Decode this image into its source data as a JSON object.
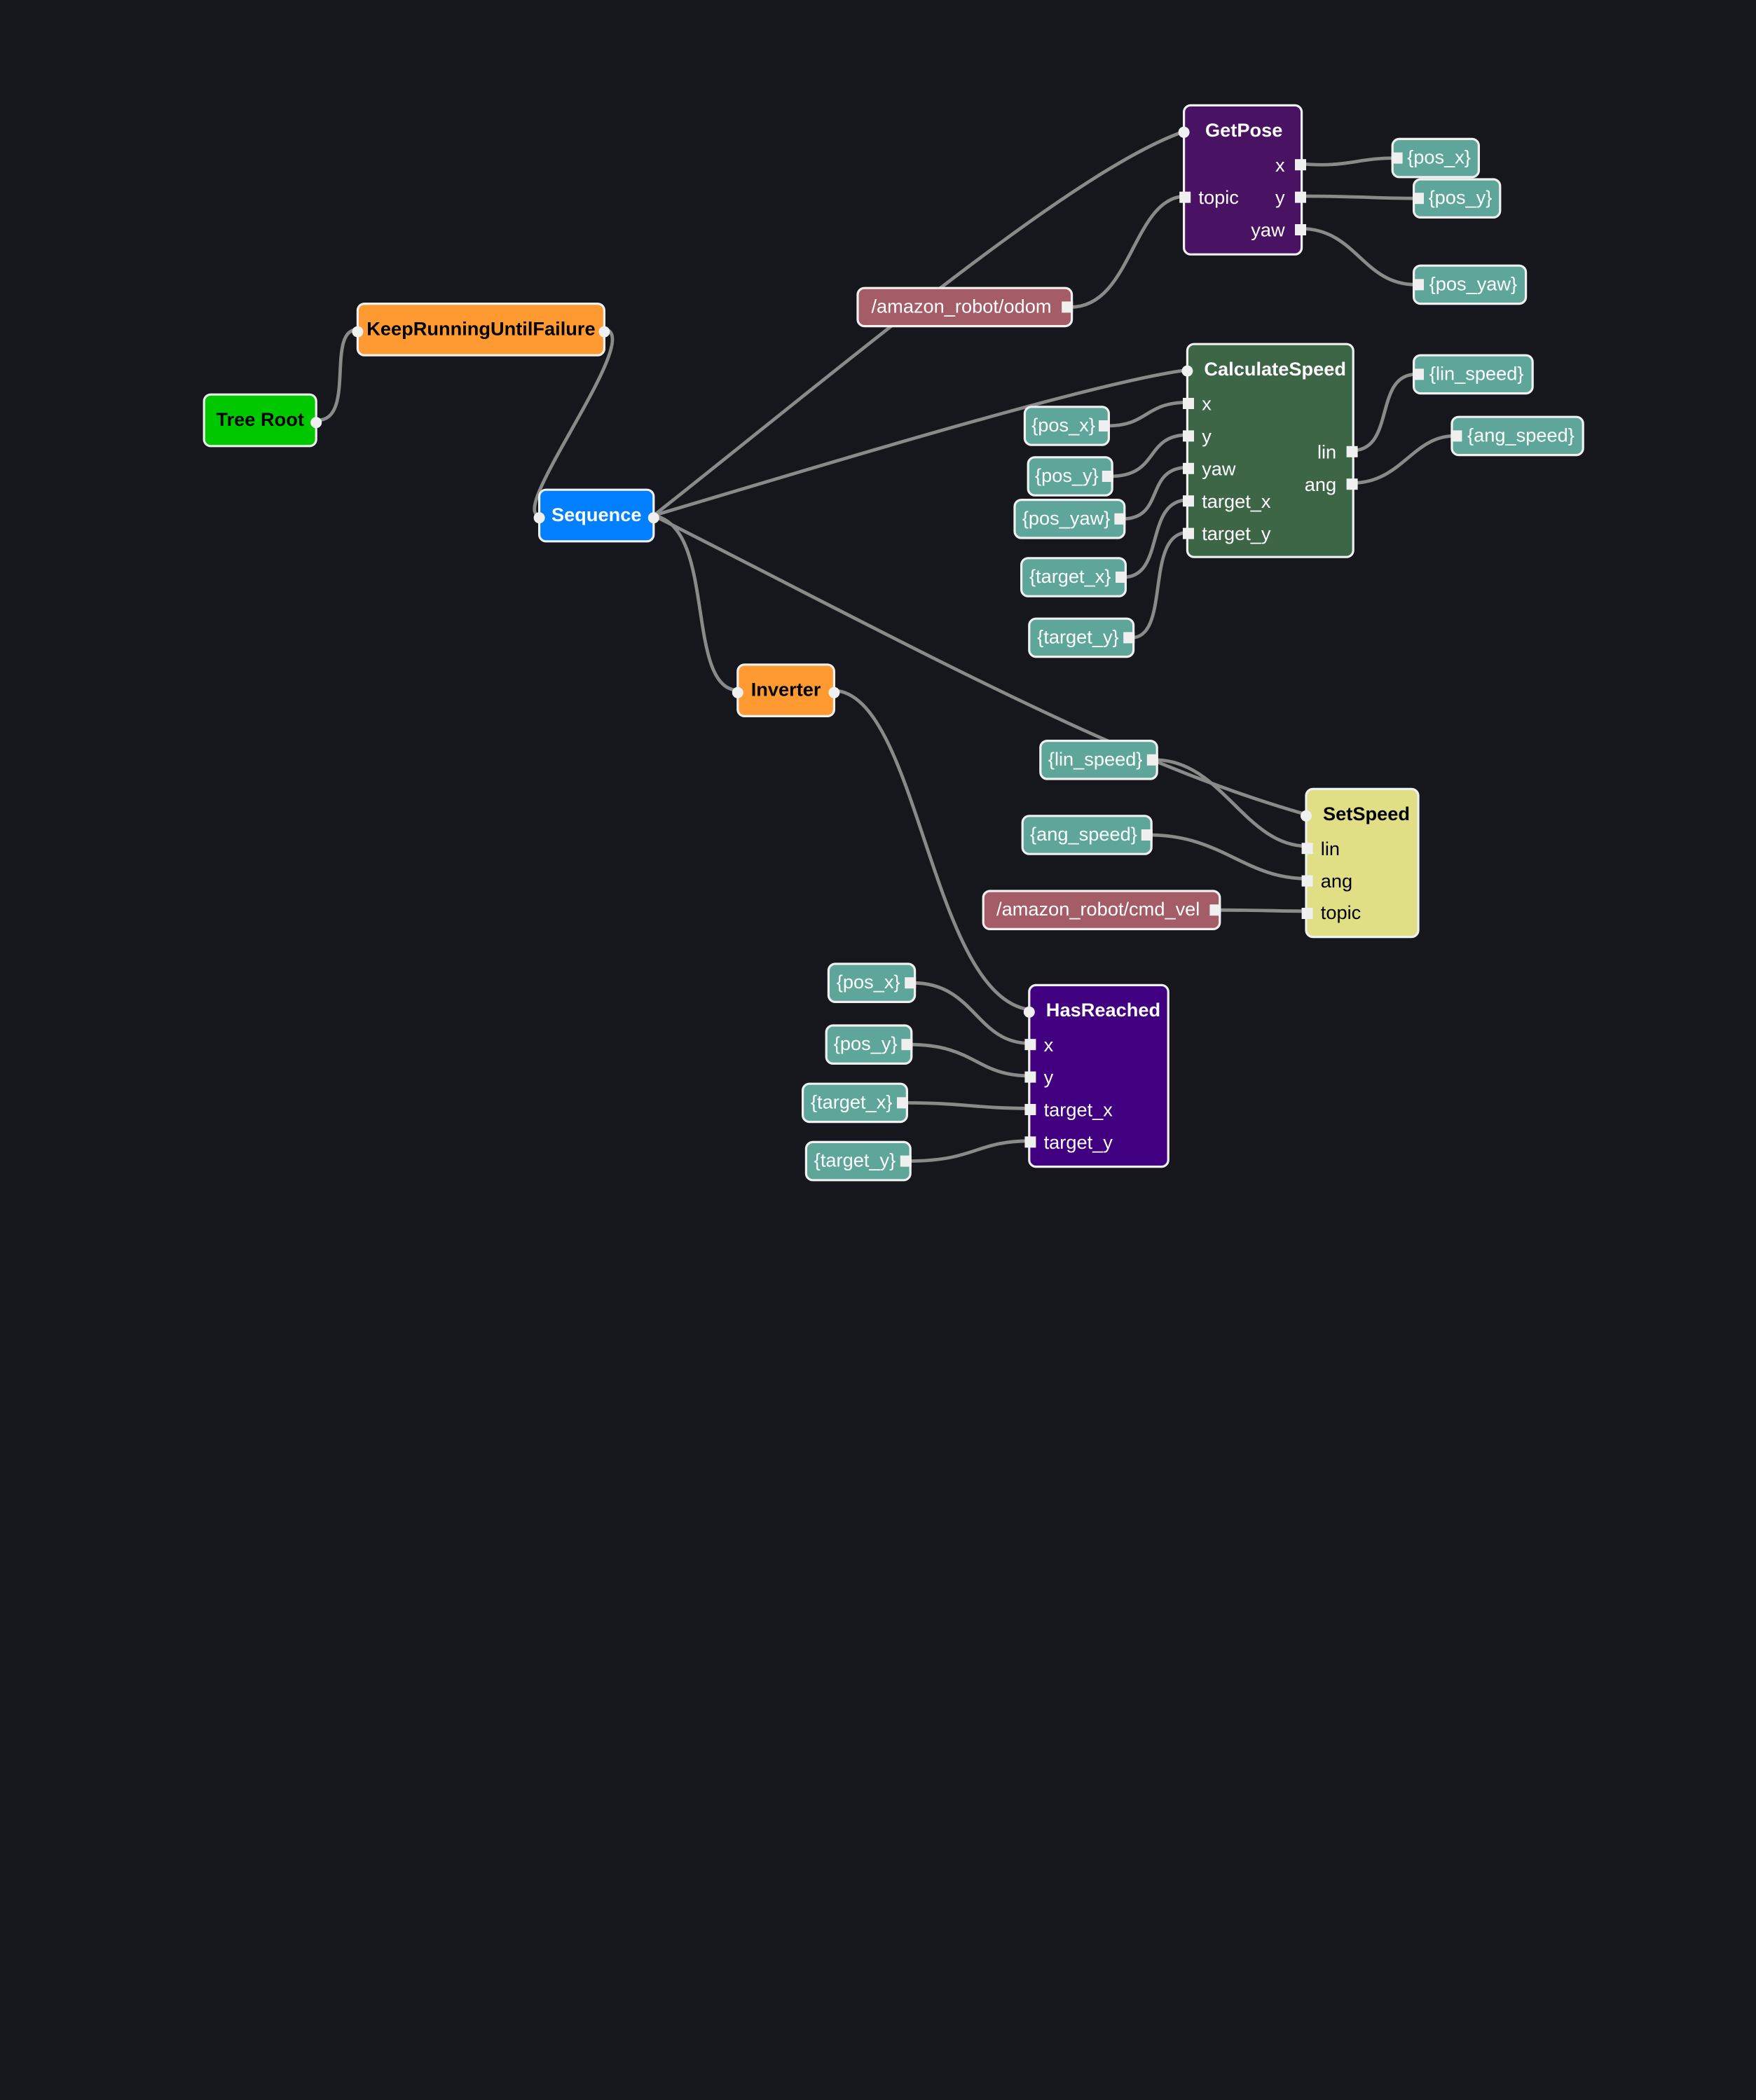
{
  "colors": {
    "background": "#15171c",
    "wire": "#8a8a8a",
    "root": "#00c800",
    "decorator": "#ff9a33",
    "sequence": "#0080ff",
    "get_pose": "#4a1263",
    "calculate_speed": "#3d6647",
    "set_speed": "#e0df86",
    "has_reached": "#400080",
    "blackboard_var": "#5fa69a",
    "topic": "#a45d67"
  },
  "nodes": {
    "tree_root": "Tree Root",
    "keep_running": "KeepRunningUntilFailure",
    "sequence": "Sequence",
    "inverter": "Inverter",
    "get_pose": {
      "title": "GetPose",
      "inputs": [
        "topic"
      ],
      "outputs": [
        "x",
        "y",
        "yaw"
      ]
    },
    "calculate_speed": {
      "title": "CalculateSpeed",
      "inputs": [
        "x",
        "y",
        "yaw",
        "target_x",
        "target_y"
      ],
      "outputs": [
        "lin",
        "ang"
      ]
    },
    "set_speed": {
      "title": "SetSpeed",
      "inputs": [
        "lin",
        "ang",
        "topic"
      ]
    },
    "has_reached": {
      "title": "HasReached",
      "inputs": [
        "x",
        "y",
        "target_x",
        "target_y"
      ]
    }
  },
  "variables": {
    "odom_topic": "/amazon_robot/odom",
    "gp_pos_x": "{pos_x}",
    "gp_pos_y": "{pos_y}",
    "gp_pos_yaw": "{pos_yaw}",
    "cs_pos_x": "{pos_x}",
    "cs_pos_y": "{pos_y}",
    "cs_pos_yaw": "{pos_yaw}",
    "cs_target_x": "{target_x}",
    "cs_target_y": "{target_y}",
    "cs_lin_speed": "{lin_speed}",
    "cs_ang_speed": "{ang_speed}",
    "ss_lin_speed": "{lin_speed}",
    "ss_ang_speed": "{ang_speed}",
    "cmd_vel_topic": "/amazon_robot/cmd_vel",
    "hr_pos_x": "{pos_x}",
    "hr_pos_y": "{pos_y}",
    "hr_target_x": "{target_x}",
    "hr_target_y": "{target_y}"
  }
}
